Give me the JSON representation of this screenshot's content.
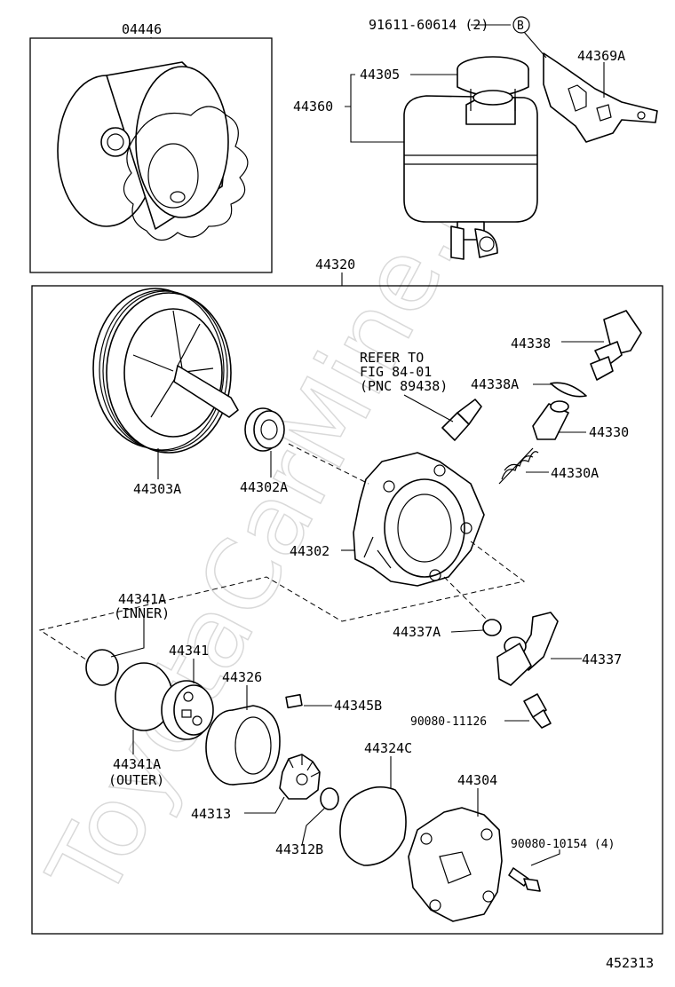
{
  "watermark": "ToyotaCarMine.ru",
  "diagram_id": "452313",
  "labels": {
    "p04446": "04446",
    "p91611": "91611-60614 (2)",
    "ref_b": "B",
    "p44305": "44305",
    "p44369A": "44369A",
    "p44360": "44360",
    "p44320": "44320",
    "refer_line1": "REFER TO",
    "refer_line2": "FIG 84-01",
    "refer_line3": "(PNC 89438)",
    "p44338": "44338",
    "p44338A": "44338A",
    "p44330": "44330",
    "p44330A": "44330A",
    "p44303A": "44303A",
    "p44302A": "44302A",
    "p44302": "44302",
    "p44341A_inner_1": "44341A",
    "p44341A_inner_2": "(INNER)",
    "p44341": "44341",
    "p44326": "44326",
    "p44337A": "44337A",
    "p44337": "44337",
    "p44345B": "44345B",
    "p90080_11126": "90080-11126",
    "p44341A_outer_1": "44341A",
    "p44341A_outer_2": "(OUTER)",
    "p44324C": "44324C",
    "p44304": "44304",
    "p44313": "44313",
    "p44312B": "44312B",
    "p90080_10154": "90080-10154 (4)"
  }
}
